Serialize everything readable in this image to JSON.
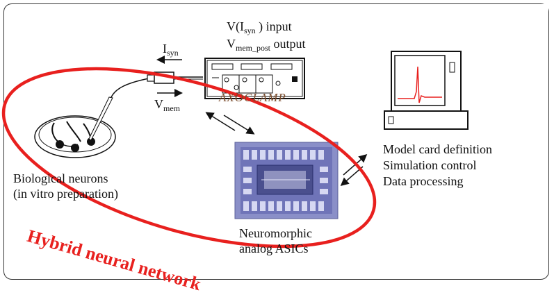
{
  "amplifier": {
    "input_label_prefix": "V(I",
    "input_label_sub": "syn",
    "input_label_suffix": " ) input",
    "output_label_prefix": "V",
    "output_label_sub": "mem_post",
    "output_label_suffix": "output",
    "brand": "AXOCLAMP"
  },
  "signals": {
    "current_symbol": "I",
    "current_sub": "syn",
    "voltage_symbol": "V",
    "voltage_sub": "mem"
  },
  "biological": {
    "line1": "Biological neurons",
    "line2": "(in vitro preparation)"
  },
  "asic": {
    "line1": "Neuromorphic",
    "line2": "analog ASICs"
  },
  "computer": {
    "line1": "Model card definition",
    "line2": "Simulation control",
    "line3": "Data processing"
  },
  "network_label": "Hybrid neural network",
  "colors": {
    "ellipse": "#e8201e",
    "trace": "#e8201e",
    "chip_base": "#8a8fc8"
  }
}
